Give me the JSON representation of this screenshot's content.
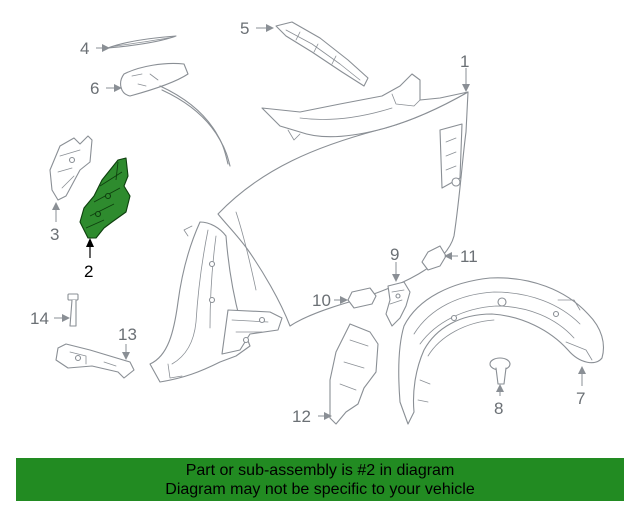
{
  "callouts": {
    "c1": "1",
    "c2": "2",
    "c3": "3",
    "c4": "4",
    "c5": "5",
    "c6": "6",
    "c7": "7",
    "c8": "8",
    "c9": "9",
    "c10": "10",
    "c11": "11",
    "c12": "12",
    "c13": "13",
    "c14": "14"
  },
  "highlight_color": "#228b22",
  "banner": {
    "line1": "Part or sub-assembly is #2 in diagram",
    "line2": "Diagram may not be specific to your vehicle"
  }
}
